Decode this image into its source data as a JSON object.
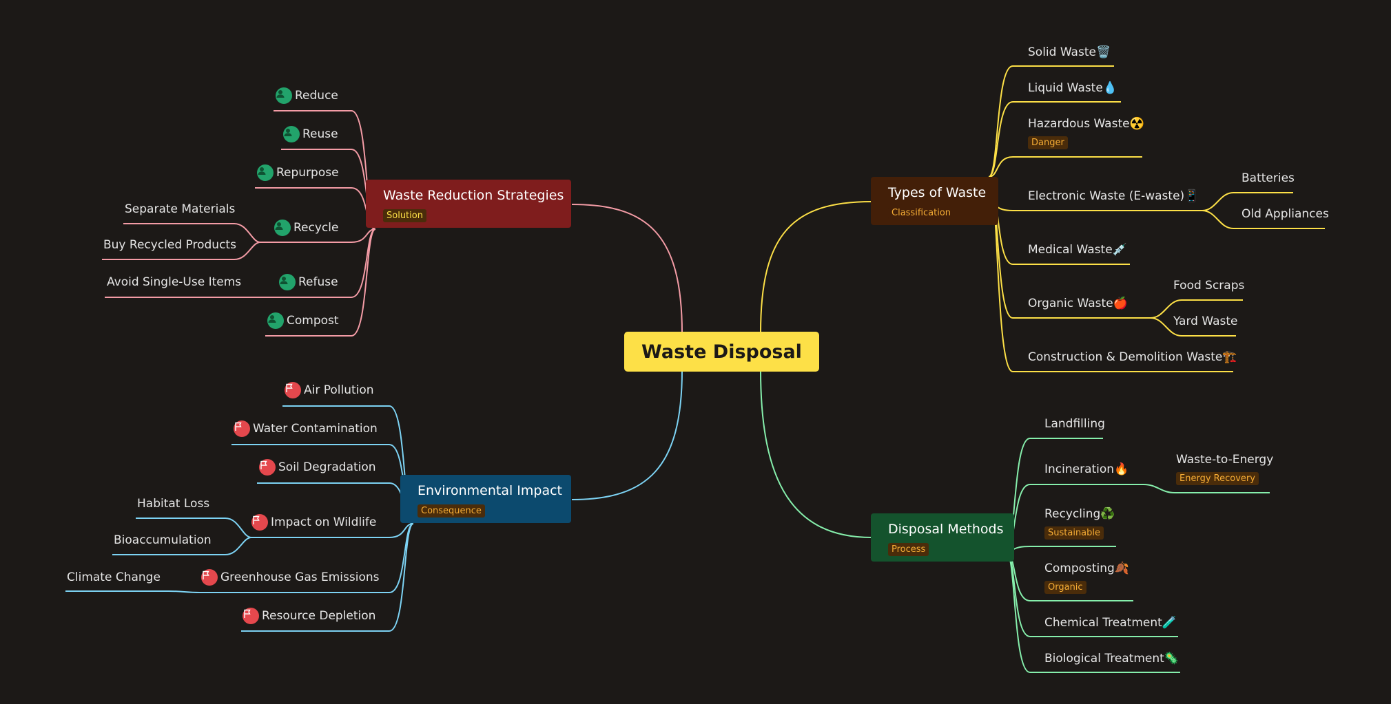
{
  "root": {
    "label": "Waste Disposal"
  },
  "colors": {
    "pink": "#f49ca6",
    "blue": "#7dd3f4",
    "yellow": "#fde047",
    "green": "#86efac"
  },
  "branches": {
    "reduction": {
      "title": "Waste Reduction Strategies",
      "tag": "Solution"
    },
    "environment": {
      "title": "Environmental Impact",
      "tag": "Consequence"
    },
    "types": {
      "title": "Types of Waste",
      "tag": "Classification"
    },
    "methods": {
      "title": "Disposal Methods",
      "tag": "Process"
    }
  },
  "reduction_items": {
    "reduce": "Reduce",
    "reuse": "Reuse",
    "repurpose": "Repurpose",
    "recycle": "Recycle",
    "separate": "Separate Materials",
    "buy_recycled": "Buy Recycled Products",
    "refuse": "Refuse",
    "avoid_single_use": "Avoid Single-Use Items",
    "compost": "Compost"
  },
  "environment_items": {
    "air": "Air Pollution",
    "water": "Water Contamination",
    "soil": "Soil Degradation",
    "wildlife": "Impact on Wildlife",
    "habitat": "Habitat Loss",
    "bioacc": "Bioaccumulation",
    "ghg": "Greenhouse Gas Emissions",
    "climate": "Climate Change",
    "resource": "Resource Depletion"
  },
  "types_items": {
    "solid": "Solid Waste🗑️",
    "liquid": "Liquid Waste💧",
    "hazardous": "Hazardous Waste☢️",
    "hazardous_tag": "Danger",
    "ewaste": "Electronic Waste (E-waste)📱",
    "batteries": "Batteries",
    "appliances": "Old Appliances",
    "medical": "Medical Waste💉",
    "organic": "Organic Waste🍎",
    "food": "Food Scraps",
    "yard": "Yard Waste",
    "construction": "Construction & Demolition Waste🏗️"
  },
  "methods_items": {
    "landfill": "Landfilling",
    "incineration": "Incineration🔥",
    "wte": "Waste-to-Energy",
    "wte_tag": "Energy Recovery",
    "recycling": "Recycling♻️",
    "recycling_tag": "Sustainable",
    "composting": "Composting🍂",
    "composting_tag": "Organic",
    "chemical": "Chemical Treatment🧪",
    "biological": "Biological Treatment🦠"
  }
}
